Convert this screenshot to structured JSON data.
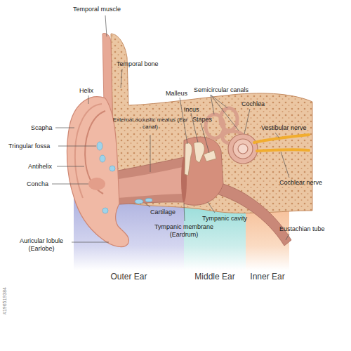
{
  "diagram": {
    "nodes": [
      {
        "text": [
          "Outer Ear"
        ]
      },
      {
        "text": [
          "Middle Ear"
        ]
      },
      {
        "text": [
          "Inner Ear"
        ]
      }
    ],
    "labels": [
      "Temporal muscle",
      "Helix",
      "Temporal bone",
      "Scapha",
      "Tringular fossa",
      "Antihelix",
      "Concha",
      "External acoustic meatus (Ear canal)",
      "Malleus",
      "Incus",
      "Stapes",
      "Semicircular canals",
      "Cochlea",
      "Vestibular nerve",
      "Cochlear nerve",
      "Cartilage",
      "Tympanic membrane (Eardrum)",
      "Tympanic cavity",
      "Eustachian tube",
      "Auricular lobule (Earlobe)",
      "#196519384"
    ]
  }
}
